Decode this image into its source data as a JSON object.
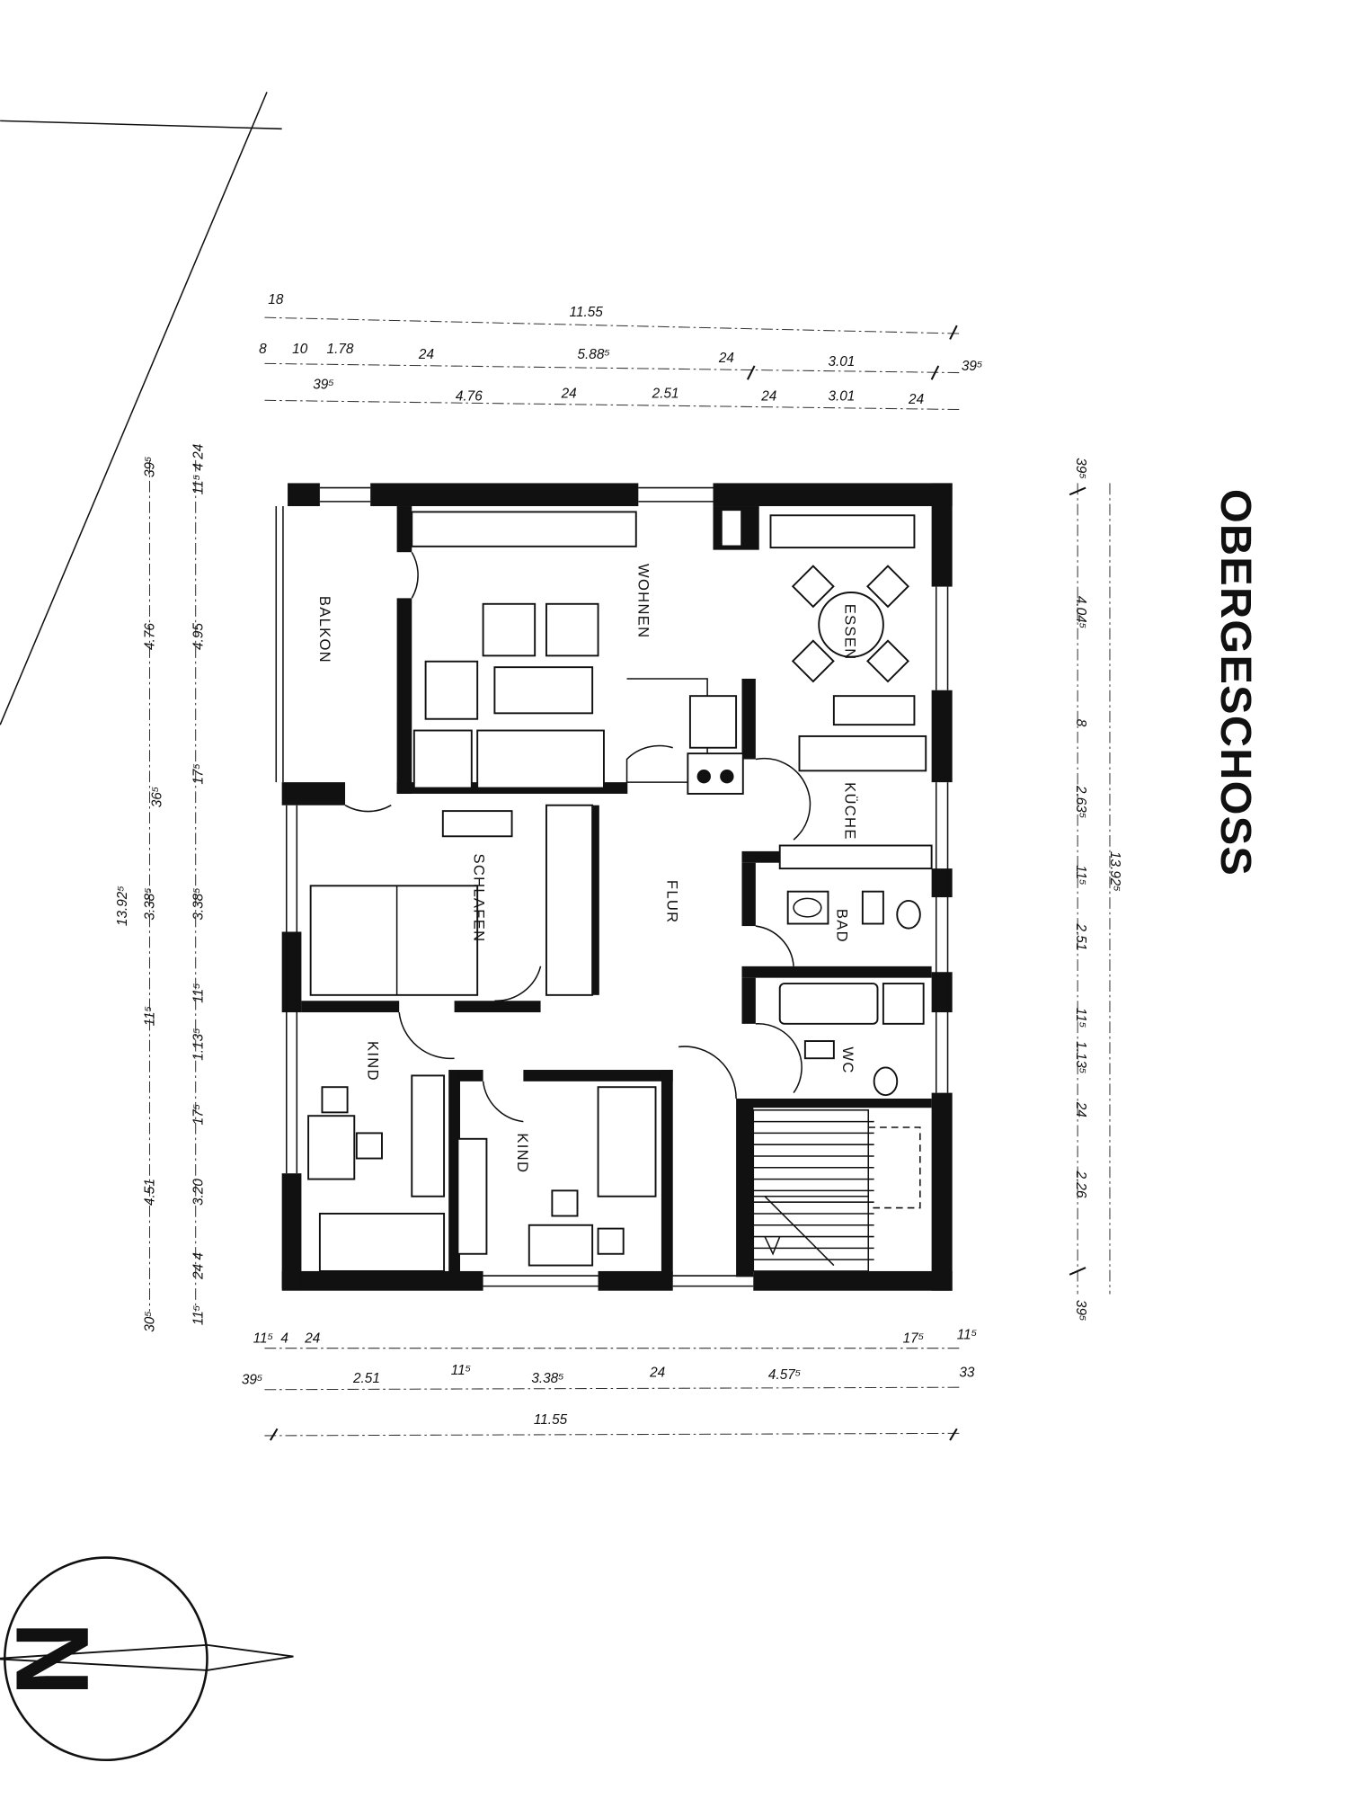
{
  "title": "OBERGESCHOSS",
  "rooms": {
    "balkon": "BALKON",
    "wohnen": "WOHNEN",
    "essen": "ESSEN",
    "kueche": "KÜCHE",
    "schlafen": "SCHLAFEN",
    "flur": "FLUR",
    "bad": "BAD",
    "wc": "WC",
    "kind1": "KIND",
    "kind2": "KIND"
  },
  "dims": {
    "top": [
      "18",
      "11.55",
      "8",
      "10",
      "1.78",
      "24",
      "5.88⁵",
      "24",
      "3.01",
      "39⁵",
      "39⁵",
      "4.76",
      "24",
      "2.51",
      "24",
      "3.01",
      "24"
    ],
    "right": [
      "39⁵",
      "4.04⁵",
      "8",
      "2.63⁵",
      "11⁵",
      "2.51",
      "11⁵",
      "1.13⁵",
      "24",
      "2.26",
      "39⁵",
      "13.92⁵"
    ],
    "left": [
      "39⁵",
      "4.76",
      "36⁵",
      "3.38⁵",
      "11⁵",
      "4.51",
      "30⁵",
      "13.92⁵",
      "11⁵ 4 24",
      "4.95",
      "17⁵",
      "3.38⁵",
      "11⁵",
      "1.13⁵",
      "17⁵",
      "3.20",
      "24 4",
      "11⁵"
    ],
    "bottom": [
      "11⁵",
      "4",
      "24",
      "17⁵",
      "11⁵",
      "39⁵",
      "2.51",
      "11⁵",
      "3.38⁵",
      "24",
      "4.57⁵",
      "33",
      "11.55"
    ]
  },
  "north_label": "N"
}
